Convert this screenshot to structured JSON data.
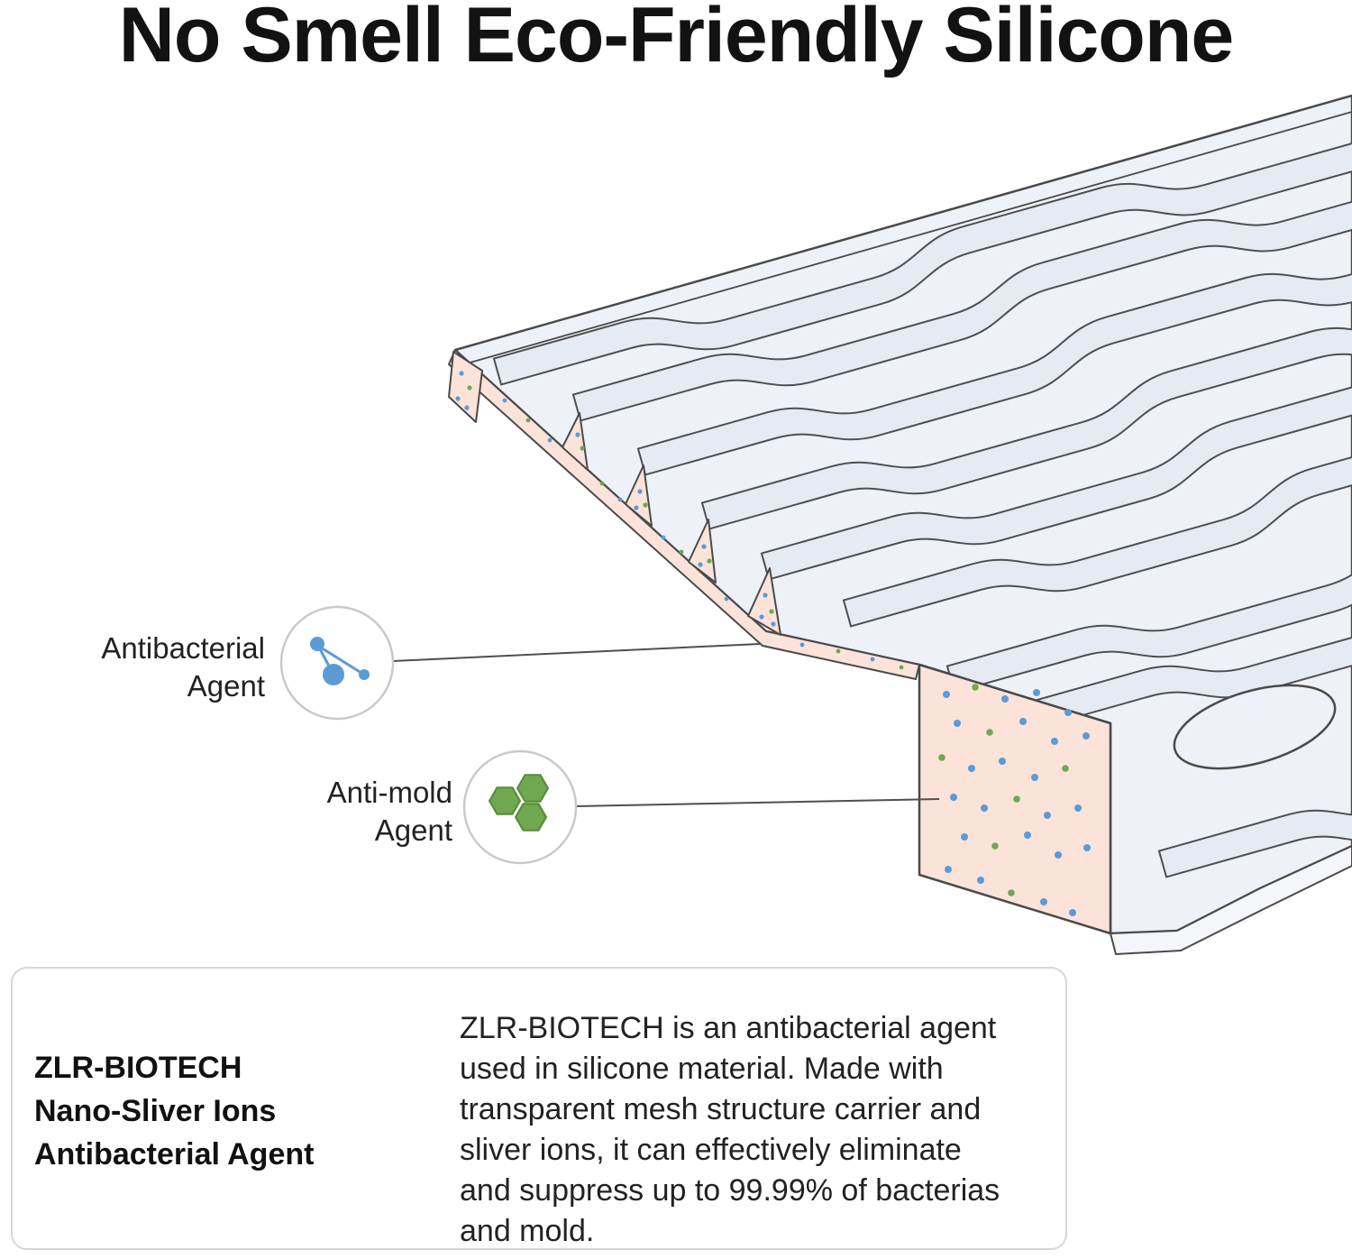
{
  "title": "No Smell Eco-Friendly Silicone",
  "callouts": {
    "antibacterial": {
      "line1": "Antibacterial",
      "line2": "Agent",
      "icon": "molecule-icon"
    },
    "anti_mold": {
      "line1": "Anti-mold",
      "line2": "Agent",
      "icon": "hexagon-cluster-icon"
    }
  },
  "info_box": {
    "heading_lines": [
      "ZLR-BIOTECH",
      "Nano-Sliver Ions",
      "Antibacterial Agent"
    ],
    "body": "ZLR-BIOTECH is an antibacterial agent used in silicone material. Made with transparent mesh structure carrier and sliver ions, it can effectively eliminate and suppress up to 99.99% of bacterias and mold."
  },
  "colors": {
    "antibacterial_agent_dot": "#5b9bd5",
    "anti_mold_agent_dot": "#6fa84f",
    "mat_surface": "#eef1f7",
    "ridge_fill": "#e6eaf3",
    "cross_section": "#fbe3da",
    "outline": "#4a4a4a"
  },
  "illustration": {
    "name": "silicone-mat-cutaway-cross-section"
  }
}
